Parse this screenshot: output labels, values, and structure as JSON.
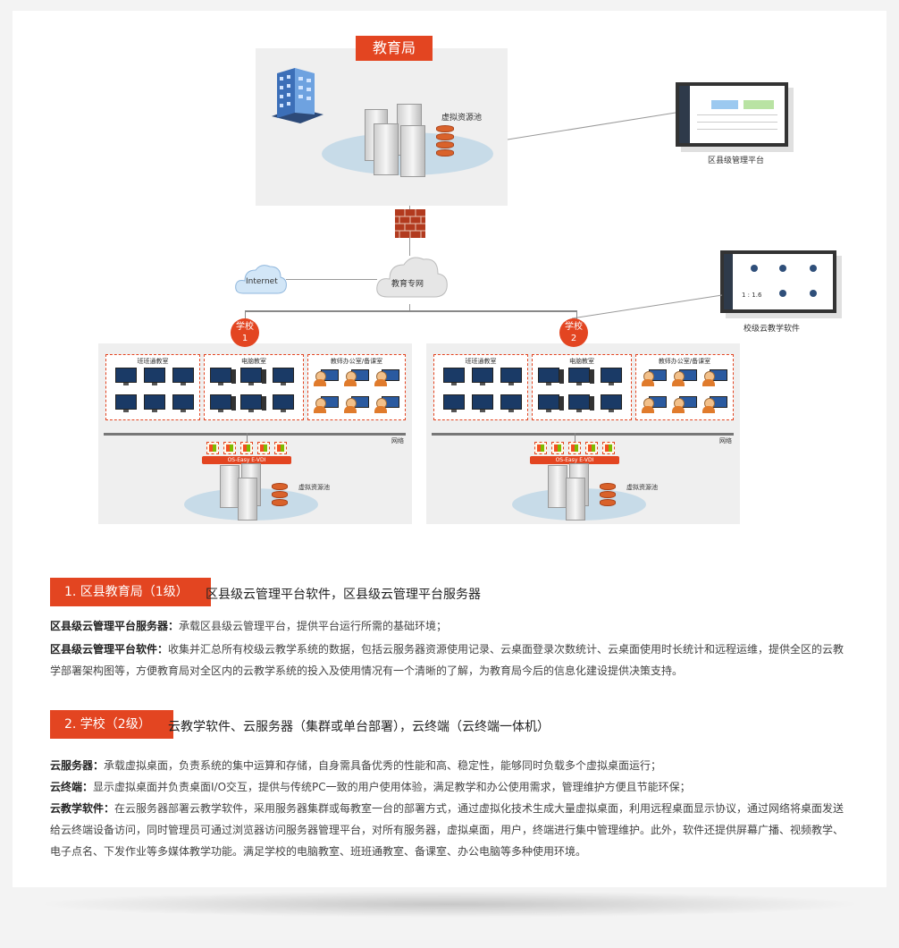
{
  "diagram": {
    "bureau_title": "教育局",
    "virtual_pool_top": "虚拟资源池",
    "district_platform_label": "区县级管理平台",
    "internet_label": "Internet",
    "private_net_label": "教育专网",
    "school_software_label": "校级云教学软件",
    "school1": {
      "badge": "学校",
      "num": "1",
      "rooms": [
        "班班通教室",
        "电脑教室",
        "教师办公室/备课室"
      ],
      "network_label": "网络",
      "vdi_label": "OS-Easy E-VDI",
      "pool_label": "虚拟资源池"
    },
    "school2": {
      "badge": "学校",
      "num": "2",
      "rooms": [
        "班班通教室",
        "电脑教室",
        "教师办公室/备课室"
      ],
      "network_label": "网络",
      "vdi_label": "OS-Easy E-VDI",
      "pool_label": "虚拟资源池"
    },
    "screen_stats": "1 : 1.6"
  },
  "section1": {
    "badge": "1. 区县教育局（1级）",
    "heading": "区县级云管理平台软件，区县级云管理平台服务器",
    "items": [
      {
        "term": "区县级云管理平台服务器：",
        "text": "承载区县级云管理平台，提供平台运行所需的基础环境；"
      },
      {
        "term": "区县级云管理平台软件：",
        "text": "收集并汇总所有校级云教学系统的数据，包括云服务器资源使用记录、云桌面登录次数统计、云桌面使用时长统计和远程运维，提供全区的云教学部署架构图等，方便教育局对全区内的云教学系统的投入及使用情况有一个清晰的了解，为教育局今后的信息化建设提供决策支持。"
      }
    ]
  },
  "section2": {
    "badge": "2. 学校（2级）",
    "heading": "云教学软件、云服务器（集群或单台部署），云终端（云终端一体机）",
    "items": [
      {
        "term": "云服务器：",
        "text": "承载虚拟桌面，负责系统的集中运算和存储，自身需具备优秀的性能和高、稳定性，能够同时负载多个虚拟桌面运行；"
      },
      {
        "term": "云终端：",
        "text": "显示虚拟桌面并负责桌面I/O交互，提供与传统PC一致的用户使用体验，满足教学和办公使用需求，管理维护方便且节能环保；"
      },
      {
        "term": "云教学软件：",
        "text": "在云服务器部署云教学软件，采用服务器集群或每教室一台的部署方式，通过虚拟化技术生成大量虚拟桌面，利用远程桌面显示协议，通过网络将桌面发送给云终端设备访问，同时管理员可通过浏览器访问服务器管理平台，对所有服务器，虚拟桌面，用户，终端进行集中管理维护。此外，软件还提供屏幕广播、视频教学、电子点名、下发作业等多媒体教学功能。满足学校的电脑教室、班班通教室、备课室、办公电脑等多种使用环境。"
      }
    ]
  },
  "colors": {
    "accent": "#e34521",
    "panel": "#efefef",
    "cloud": "#c7dbe8"
  }
}
